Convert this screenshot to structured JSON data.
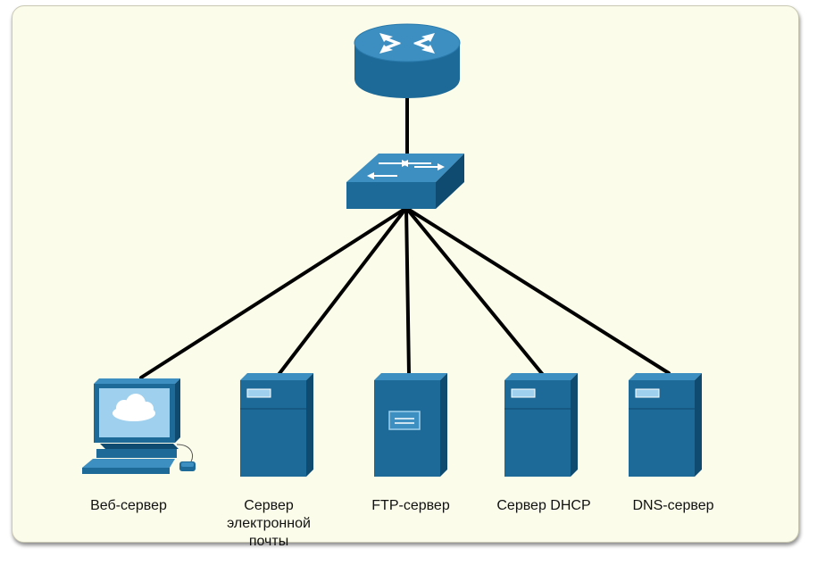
{
  "devices": {
    "router": {
      "icon": "router-icon"
    },
    "switch": {
      "icon": "switch-icon"
    },
    "web_server": {
      "label": "Веб-сервер",
      "icon": "workstation-icon"
    },
    "email_server": {
      "label": "Сервер электронной почты",
      "icon": "server-icon"
    },
    "ftp_server": {
      "label": "FTP-сервер",
      "icon": "server-icon"
    },
    "dhcp_server": {
      "label": "Сервер DHCP",
      "icon": "server-icon"
    },
    "dns_server": {
      "label": "DNS-сервер",
      "icon": "server-icon"
    }
  },
  "colors": {
    "device_blue": "#1d6a99",
    "device_light": "#3d8fc2",
    "device_dark": "#0f4b70",
    "panel_bg": "#fcfcea",
    "link": "#000000"
  }
}
